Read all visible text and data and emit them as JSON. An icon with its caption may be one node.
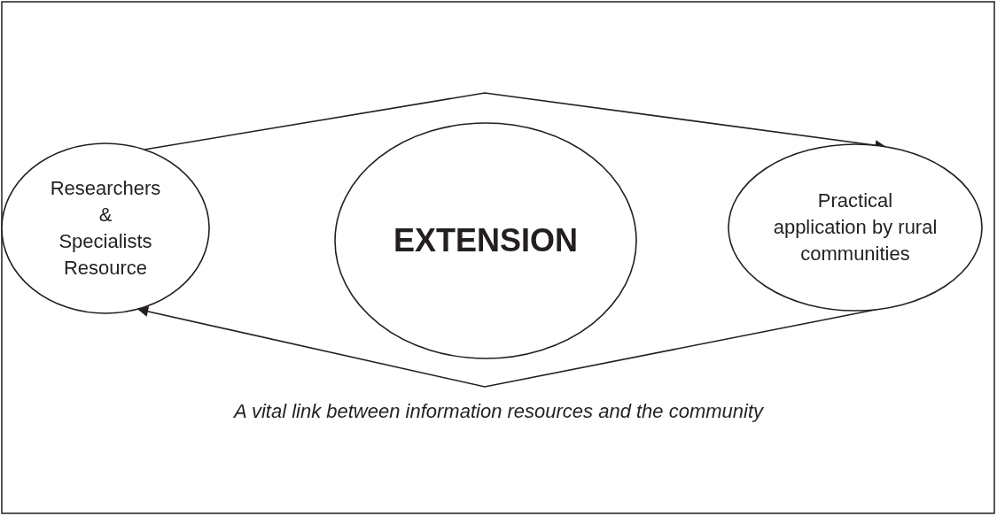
{
  "diagram": {
    "caption": "A vital link between information resources and the community",
    "nodes": [
      {
        "text": [
          "Researchers & Specialists Resource"
        ]
      },
      {
        "text": [
          "EXTENSION"
        ]
      },
      {
        "text": [
          "Practical application by rural communities"
        ]
      }
    ],
    "edges": [
      {
        "from": 0,
        "to": 2,
        "arrow": "to"
      },
      {
        "from": 2,
        "to": 0,
        "arrow": "to"
      }
    ]
  }
}
